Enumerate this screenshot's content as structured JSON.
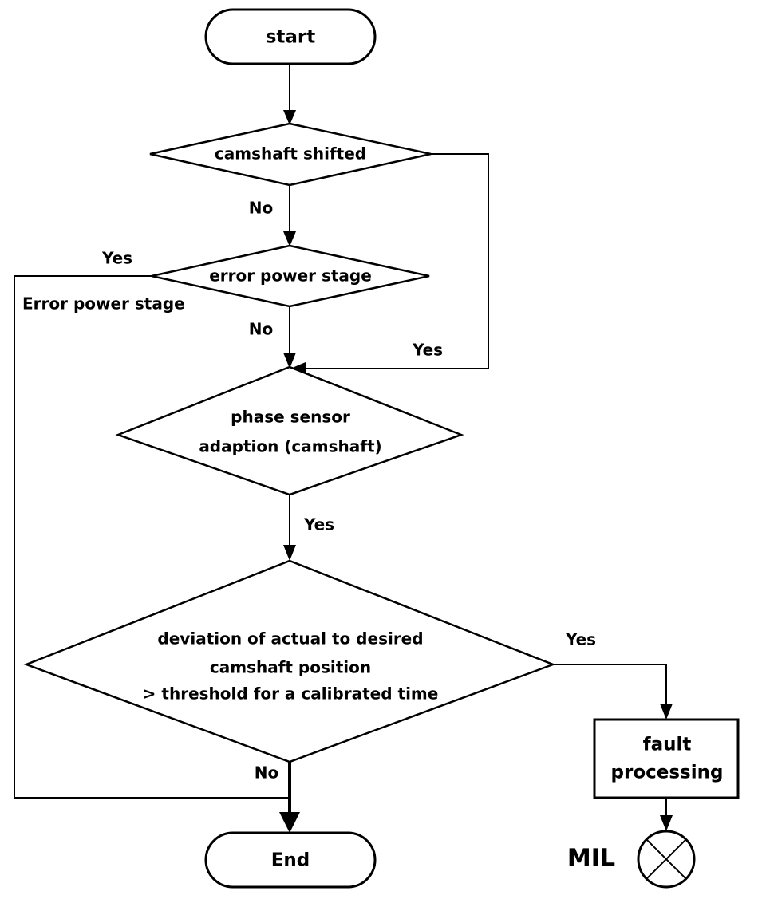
{
  "diagram": {
    "title": "Camshaft shifting diagnostic flowchart",
    "colors": {
      "stroke": "#000000",
      "fill": "#ffffff",
      "text": "#000000"
    },
    "nodes": {
      "start": {
        "label": "start",
        "shape": "terminator"
      },
      "decision_camshaft_shifted": {
        "label": "camshaft shifted",
        "shape": "decision"
      },
      "decision_error_power_stage": {
        "label": "error power stage",
        "shape": "decision"
      },
      "decision_phase_sensor": {
        "label_line1": "phase sensor",
        "label_line2": "adaption (camshaft)",
        "shape": "decision"
      },
      "decision_deviation": {
        "label_line1": "deviation of actual to desired",
        "label_line2": "camshaft position",
        "label_line3": "> threshold for a calibrated time",
        "shape": "decision"
      },
      "process_fault": {
        "label_line1": "fault",
        "label_line2": "processing",
        "shape": "process"
      },
      "end": {
        "label": "End",
        "shape": "terminator"
      },
      "mil": {
        "label": "MIL",
        "shape": "crossed-circle"
      }
    },
    "edge_labels": {
      "camshaft_no": "No",
      "camshaft_yes": "Yes",
      "error_yes_left": "Yes",
      "error_no": "No",
      "phase_yes": "Yes",
      "deviation_yes": "Yes",
      "deviation_no": "No",
      "error_power_stage_branch": "Error power stage"
    }
  }
}
